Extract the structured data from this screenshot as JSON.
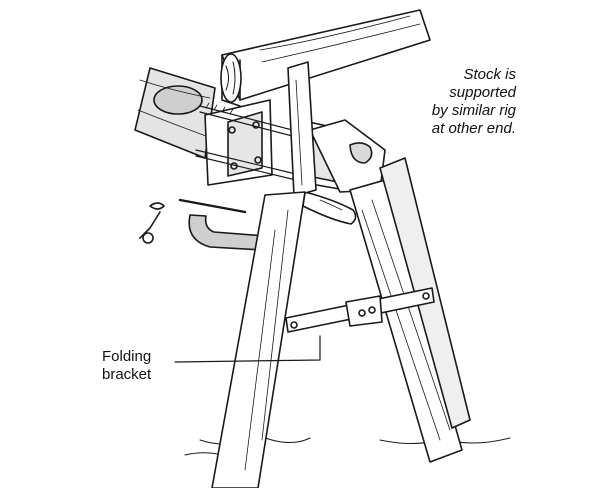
{
  "annotations": {
    "stock_note": [
      "Stock is",
      "supported",
      "by similar rig",
      "at other end."
    ],
    "bracket_label": [
      "Folding",
      "bracket"
    ]
  },
  "colors": {
    "ink": "#1a1a1a",
    "paper": "#ffffff",
    "wood_shade": "#dcdcdc"
  }
}
